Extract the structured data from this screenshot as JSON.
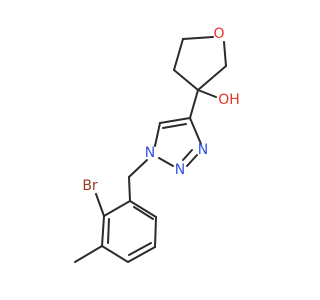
{
  "molecule": {
    "atoms": {
      "oxygen_ring": {
        "symbol": "O",
        "color": "#e8332a"
      },
      "hydroxyl": {
        "symbol": "OH",
        "color": "#e8332a"
      },
      "triazole_n1": {
        "symbol": "N",
        "color": "#3250e6"
      },
      "triazole_n2": {
        "symbol": "N",
        "color": "#3250e6"
      },
      "triazole_n3": {
        "symbol": "N",
        "color": "#3250e6"
      },
      "bromine": {
        "symbol": "Br",
        "color": "#9a3a22"
      }
    },
    "bond_color": "#2b2b2b"
  }
}
